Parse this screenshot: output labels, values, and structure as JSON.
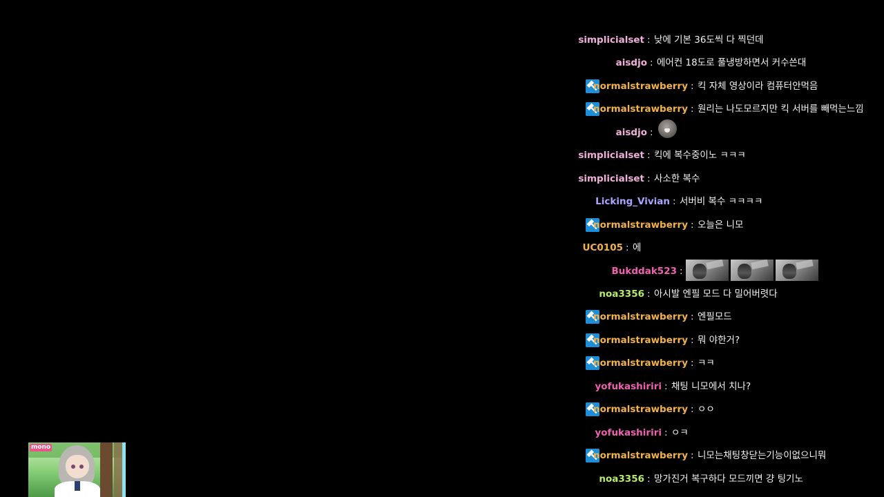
{
  "chat": {
    "messages": [
      {
        "user": "simplicialset",
        "user_color": "#f0b0dc",
        "badge": null,
        "text": "낮에 기본 36도씩 다 찍던데"
      },
      {
        "user": "aisdjo",
        "user_color": "#f0b0dc",
        "badge": null,
        "text": "에어컨 18도로 풀냉방하면서 커수쓴대"
      },
      {
        "user": "normalstrawberry",
        "user_color": "#f2b24a",
        "badge": "hammer-icon",
        "text": "킥 자체 영상이라 컴퓨터안먹음"
      },
      {
        "user": "normalstrawberry",
        "user_color": "#f2b24a",
        "badge": "hammer-icon",
        "text": "원리는 나도모르지만 킥 서버를 빼먹는느낌"
      },
      {
        "user": "aisdjo",
        "user_color": "#f0b0dc",
        "badge": null,
        "text": "",
        "emote": "grey-creature-emote"
      },
      {
        "user": "simplicialset",
        "user_color": "#f0b0dc",
        "badge": null,
        "text": "킥에 복수중이노 ㅋㅋㅋ"
      },
      {
        "user": "simplicialset",
        "user_color": "#f0b0dc",
        "badge": null,
        "text": "사소한 복수"
      },
      {
        "user": "Licking_Vivian",
        "user_color": "#a9a6ff",
        "badge": null,
        "text": "서버비 복수 ㅋㅋㅋㅋ"
      },
      {
        "user": "normalstrawberry",
        "user_color": "#f2b24a",
        "badge": "hammer-icon",
        "text": "오늘은 니모"
      },
      {
        "user": "UC0105",
        "user_color": "#f2b24a",
        "badge": null,
        "text": "에"
      },
      {
        "user": "Bukddak523",
        "user_color": "#f060b0",
        "badge": null,
        "text": "",
        "emote_strip": [
          "grayscale-face-emote",
          "grayscale-face-emote",
          "grayscale-face-emote"
        ]
      },
      {
        "user": "noa3356",
        "user_color": "#b8ea6c",
        "badge": null,
        "text": "아시발 엔필 모드 다 밀어버렷다"
      },
      {
        "user": "normalstrawberry",
        "user_color": "#f2b24a",
        "badge": "hammer-icon",
        "text": "엔필모드"
      },
      {
        "user": "normalstrawberry",
        "user_color": "#f2b24a",
        "badge": "hammer-icon",
        "text": "뭐 야한거?"
      },
      {
        "user": "normalstrawberry",
        "user_color": "#f2b24a",
        "badge": "hammer-icon",
        "text": "ㅋㅋ"
      },
      {
        "user": "yofukashiriri",
        "user_color": "#f060b0",
        "badge": null,
        "text": "채팅 니모에서 치나?"
      },
      {
        "user": "normalstrawberry",
        "user_color": "#f2b24a",
        "badge": "hammer-icon",
        "text": "ㅇㅇ"
      },
      {
        "user": "yofukashiriri",
        "user_color": "#f060b0",
        "badge": null,
        "text": "ㅇㅋ"
      },
      {
        "user": "normalstrawberry",
        "user_color": "#f2b24a",
        "badge": "hammer-icon",
        "text": "니모는채팅창닫는기능이없으니뭐"
      },
      {
        "user": "noa3356",
        "user_color": "#b8ea6c",
        "badge": null,
        "text": "망가진거 복구하다 모드끼면 걍 팅기노"
      }
    ],
    "separator": ":"
  },
  "pip": {
    "icon": "anime-girl-avatar",
    "logo_text": "mono"
  },
  "colors": {
    "background": "#000000",
    "badge": "#1e8fd6",
    "message_text": "#f2f2f2"
  }
}
